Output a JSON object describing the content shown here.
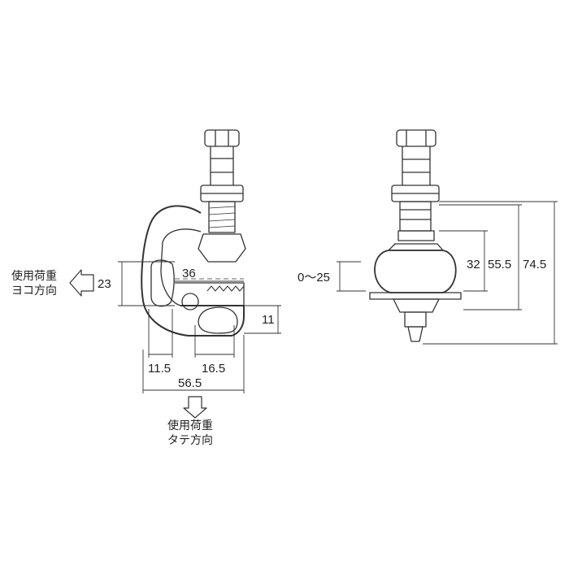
{
  "front_view": {
    "dimensions": {
      "gap": "36",
      "height": "23",
      "jaw_height": "11",
      "left_offset": "11.5",
      "jaw_width": "16.5",
      "overall_width": "56.5"
    },
    "load_horizontal": [
      "使用荷重",
      "ヨコ方向"
    ],
    "load_vertical": [
      "使用荷重",
      "タテ方向"
    ]
  },
  "side_view": {
    "dimensions": {
      "adjust_range": "0～25",
      "height_a": "32",
      "height_b": "55.5",
      "height_c": "74.5"
    }
  }
}
